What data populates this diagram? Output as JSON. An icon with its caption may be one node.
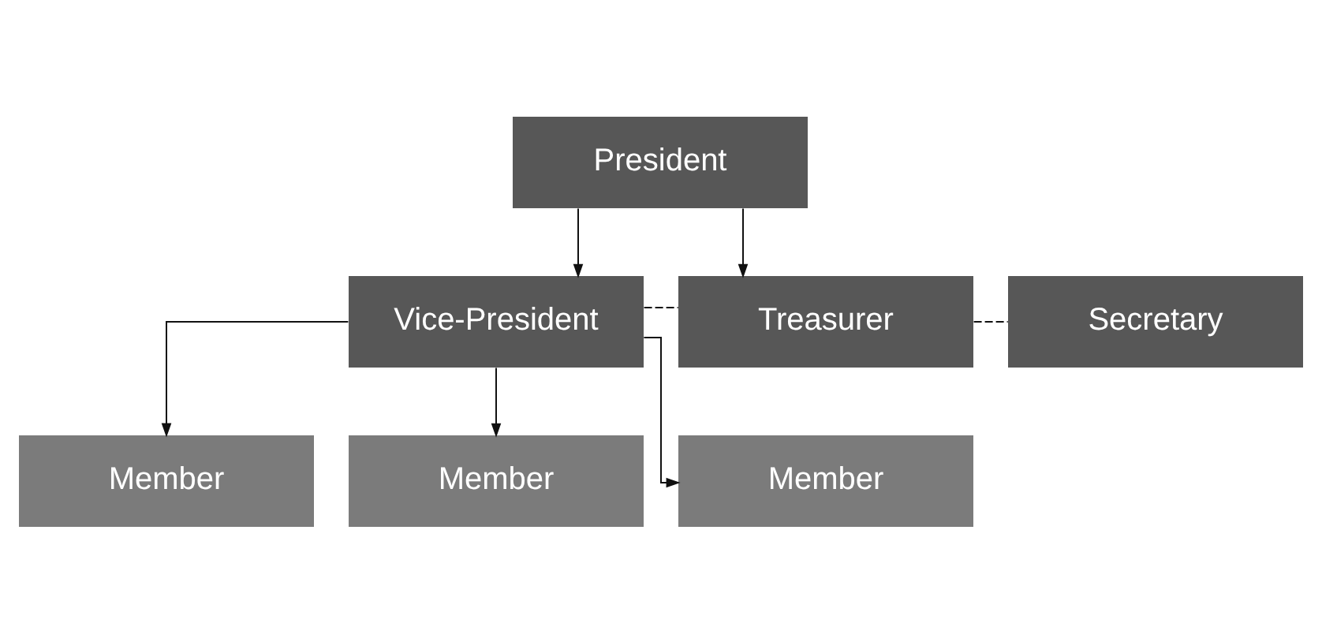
{
  "diagram": {
    "nodes": [
      {
        "text": [
          "President"
        ]
      },
      {
        "text": [
          "Vice-President"
        ]
      },
      {
        "text": [
          "Treasurer"
        ]
      },
      {
        "text": [
          "Secretary"
        ]
      },
      {
        "text": [
          "Member"
        ]
      },
      {
        "text": [
          "Member"
        ]
      },
      {
        "text": [
          "Member"
        ]
      }
    ],
    "edges": [
      {
        "from": 0,
        "to": 1,
        "arrow": "to"
      },
      {
        "from": 0,
        "to": 2,
        "arrow": "to"
      },
      {
        "from": 1,
        "to": 2,
        "arrow": "none",
        "style": "dashed"
      },
      {
        "from": 2,
        "to": 3,
        "arrow": "none",
        "style": "dashed"
      },
      {
        "from": 1,
        "to": 4,
        "arrow": "to"
      },
      {
        "from": 1,
        "to": 5,
        "arrow": "to"
      },
      {
        "from": 1,
        "to": 6,
        "arrow": "to"
      }
    ]
  }
}
